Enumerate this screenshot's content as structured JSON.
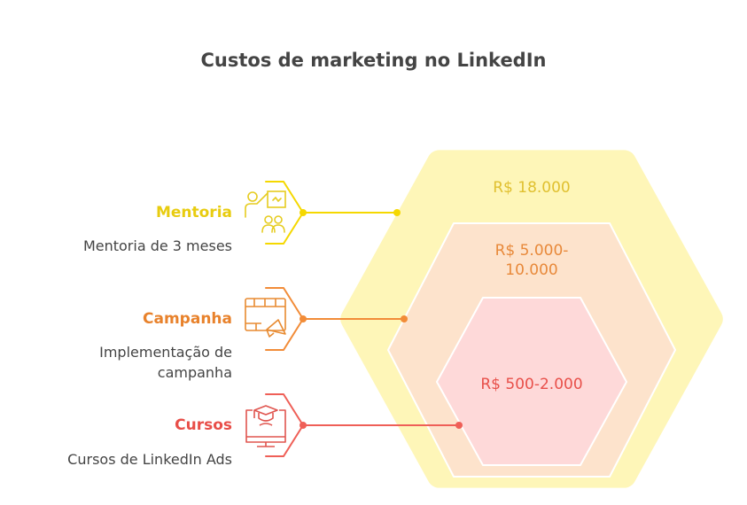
{
  "title": "Custos de marketing no LinkedIn",
  "colors": {
    "yellow": "#f5d800",
    "orange": "#f28c38",
    "red": "#ef5f57"
  },
  "items": [
    {
      "label": "Mentoria",
      "description": "Mentoria de 3 meses",
      "value": "R$ 18.000",
      "icon": "teacher-presentation-icon"
    },
    {
      "label": "Campanha",
      "description": "Implementação de campanha",
      "value": "R$ 5.000-10.000",
      "icon": "campaign-megaphone-icon"
    },
    {
      "label": "Cursos",
      "description": "Cursos de LinkedIn Ads",
      "value": "R$ 500-2.000",
      "icon": "online-course-icon"
    }
  ]
}
